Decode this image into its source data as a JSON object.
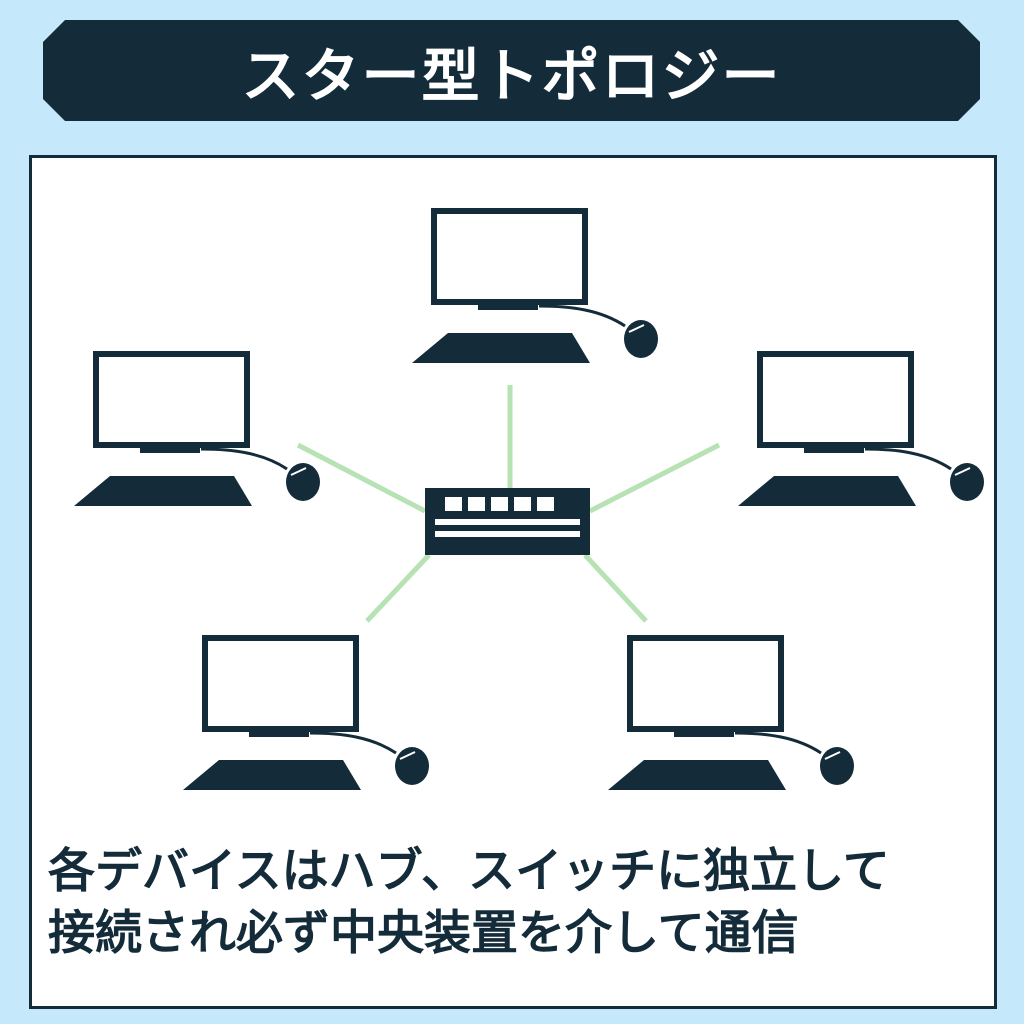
{
  "title": "スター型トポロジー",
  "caption": {
    "line1": "各デバイスはハブ、スイッチに独立して",
    "line2": "接続され必ず中央装置を介して通信"
  },
  "colors": {
    "background": "#c6e8fb",
    "banner": "#142b3a",
    "device": "#142b3a",
    "link": "#b7e2b3",
    "panel": "#ffffff"
  },
  "icons": {
    "hub": "switch-hub-icon",
    "device": "desktop-computer-icon"
  }
}
